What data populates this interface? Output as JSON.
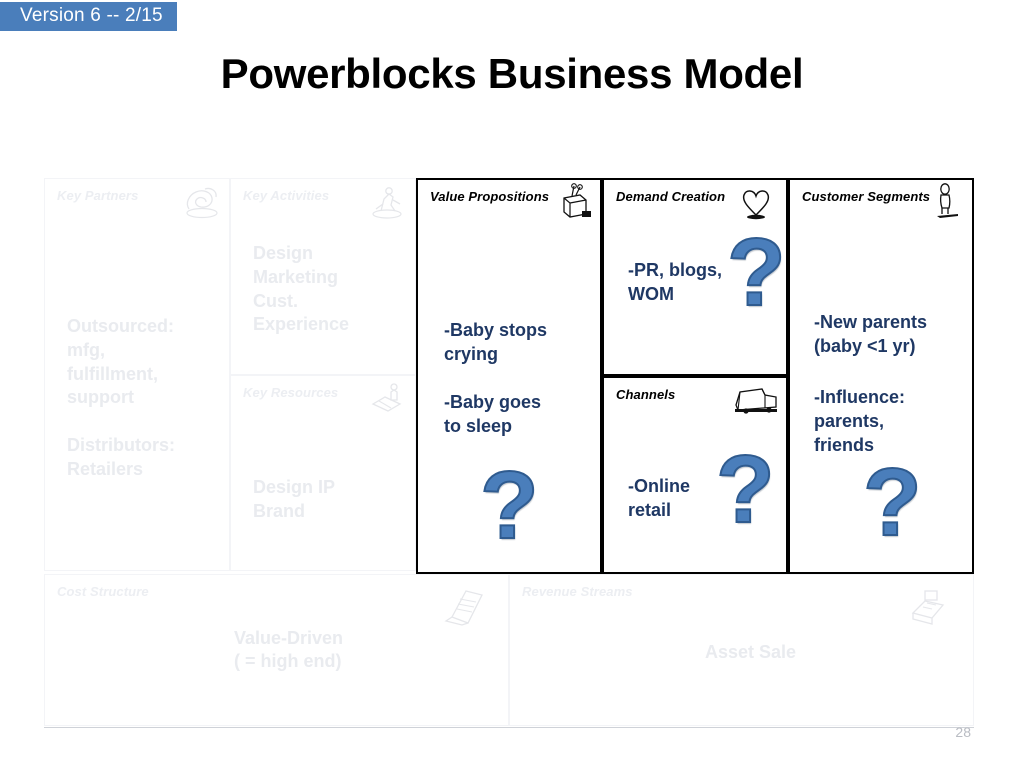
{
  "badge": {
    "label": "Version 6 -- 2/15",
    "color": "#4a7ebb"
  },
  "title": "Powerblocks Business Model",
  "page_number": "28",
  "accent": {
    "highlight_text": "#1f3864",
    "question_mark": "#4a7ebb",
    "question_mark_outline": "#2f5b8f",
    "faded_text": "#e9ebef"
  },
  "canvas": {
    "cells": [
      {
        "id": "key-partners",
        "title": "Key Partners",
        "icon": "handshake-icon",
        "body": "Outsourced:\nmfg,\nfulfillment,\nsupport\n\nDistributors:\nRetailers",
        "state": "faded",
        "question_mark": false
      },
      {
        "id": "key-activities",
        "title": "Key Activities",
        "icon": "gears-worker-icon",
        "body": "Design\nMarketing\nCust.\nExperience",
        "state": "faded",
        "question_mark": false
      },
      {
        "id": "key-resources",
        "title": "Key Resources",
        "icon": "resources-icon",
        "body": "Design IP\nBrand",
        "state": "faded",
        "question_mark": false
      },
      {
        "id": "value-propositions",
        "title": "Value Propositions",
        "icon": "gift-box-icon",
        "body": "-Baby stops\ncrying",
        "state": "highlighted",
        "body2": "-Baby goes\nto sleep",
        "question_mark": true
      },
      {
        "id": "demand-creation",
        "title": "Demand Creation",
        "icon": "heart-icon",
        "body": "-PR, blogs,\nWOM",
        "state": "highlighted",
        "question_mark": true
      },
      {
        "id": "channels",
        "title": "Channels",
        "icon": "truck-icon",
        "body": "-Online\nretail",
        "state": "highlighted",
        "question_mark": true
      },
      {
        "id": "customer-segments",
        "title": "Customer Segments",
        "icon": "person-icon",
        "body": "-New parents\n(baby <1 yr)",
        "state": "highlighted",
        "body2": "-Influence:\nparents,\nfriends",
        "question_mark": true
      },
      {
        "id": "cost-structure",
        "title": "Cost Structure",
        "icon": "invoice-icon",
        "body": "Value-Driven\n( = high end)",
        "state": "faded",
        "question_mark": false
      },
      {
        "id": "revenue-streams",
        "title": "Revenue Streams",
        "icon": "cash-register-icon",
        "body": "Asset Sale",
        "state": "faded",
        "question_mark": false
      }
    ]
  }
}
